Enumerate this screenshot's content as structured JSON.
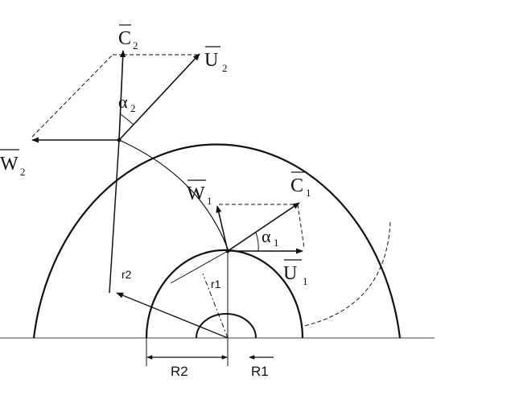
{
  "vectors": {
    "c2": {
      "letter": "C",
      "sub": "2"
    },
    "u2": {
      "letter": "U",
      "sub": "2"
    },
    "w2": {
      "letter": "W",
      "sub": "2"
    },
    "c1": {
      "letter": "C",
      "sub": "1"
    },
    "u1": {
      "letter": "U",
      "sub": "1"
    },
    "w1": {
      "letter": "W",
      "sub": "1"
    }
  },
  "angles": {
    "alpha2": {
      "letter": "α",
      "sub": "2"
    },
    "alpha1": {
      "letter": "α",
      "sub": "1"
    }
  },
  "radii": {
    "r2": "r2",
    "r1": "r1"
  },
  "dimensions": {
    "big_r2": "R2",
    "big_r1": "R1"
  },
  "colors": {
    "ink": "#111111",
    "background": "#ffffff"
  }
}
